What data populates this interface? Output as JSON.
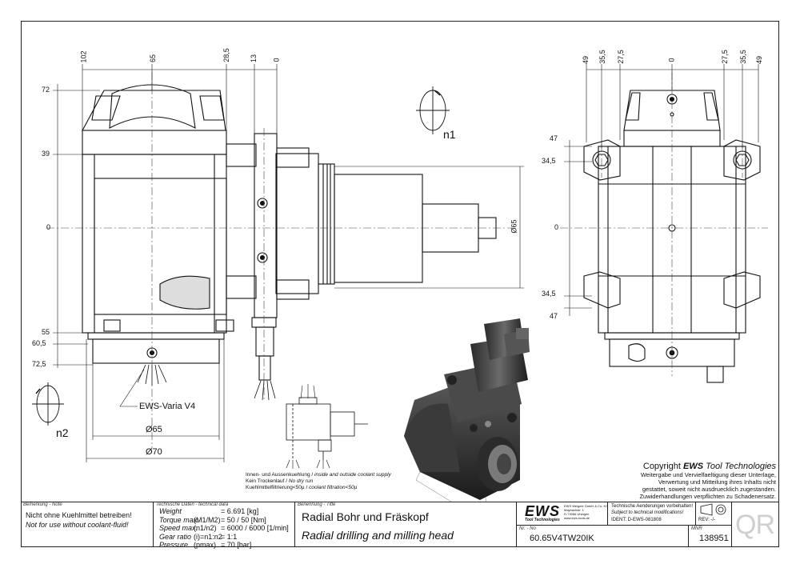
{
  "drawing": {
    "side_view": {
      "top_dims": [
        "102",
        "65",
        "28,5",
        "13",
        "0"
      ],
      "left_dims": [
        "72",
        "39",
        "0",
        "55",
        "60,5",
        "72,5"
      ],
      "diameter_right": "Ø65",
      "diameter_bottom_1": "Ø65",
      "diameter_bottom_2": "Ø70",
      "coupling_label": "EWS-Varia V4",
      "rot_label_n1": "n1",
      "rot_label_n2": "n2"
    },
    "front_view": {
      "top_dims": [
        "49",
        "35,5",
        "27,5",
        "0",
        "27,5",
        "35,5",
        "49"
      ],
      "left_dims": [
        "47",
        "34,5",
        "0",
        "34,5",
        "47"
      ]
    },
    "coolant_note": {
      "line1_de": "Innen- und Aussenkuehlung / ",
      "line1_en": "inside and outside coolant supply",
      "line2_de": "Kein Trockenlauf / ",
      "line2_en": "No dry run",
      "line3_de": "Kuehlmittelfiltrierung<50µ / ",
      "line3_en": "coolant filtration<50µ"
    },
    "copyright": {
      "head_prefix": "Copyright ",
      "head_brand": "EWS",
      "head_suffix": " Tool Technologies",
      "lines": [
        "Weitergabe und Vervielfaeltigung dieser Unterlage,",
        "Verwertung und Mitteilung ihres Inhalts nicht",
        "gestattet, soweit nicht ausdruecklich zugestanden.",
        "Zuwiderhandlungen verpflichten zu Schadenersatz."
      ]
    }
  },
  "title_block": {
    "remark": {
      "caption": "Bemerkung - Note",
      "line_de": "Nicht ohne Kuehlmittel betreiben!",
      "line_en": "Not for use without coolant-fluid!"
    },
    "technical": {
      "caption": "Technische Daten - technical data",
      "rows": [
        {
          "label": "Weight",
          "sym": "",
          "eq": "= 6.691 [kg]"
        },
        {
          "label": "Torque max.",
          "sym": "(M1/M2)",
          "eq": "= 50 / 50 [Nm]"
        },
        {
          "label": "Speed max.",
          "sym": "(n1/n2)",
          "eq": "= 6000 / 6000 [1/min]"
        },
        {
          "label": "Gear ratio",
          "sym": "(i)=n1:n2",
          "eq": "= 1:1"
        },
        {
          "label": "Pressure",
          "sym": "(pmax)",
          "eq": "= 70 [bar]"
        }
      ]
    },
    "title": {
      "caption": "Benennung - Title",
      "de": "Radial Bohr und Fräskopf",
      "en": "Radial drilling and milling head"
    },
    "company": {
      "logo": "EWS",
      "logo_sub": "Tool Technologies",
      "name": "EWS Weigele GmbH & Co. KG",
      "street": "Maybachstr. 1",
      "city": "D-73066 Uhingen",
      "web": "www.ews-tools.de"
    },
    "changes": {
      "line1": "Technische Aenderungen vorbehalten!",
      "line2": "Subject to technical modifications!"
    },
    "ident": "IDENT:  D-EWS-081808",
    "rev": "REV:  -/-",
    "part_caption": "Nr. - No",
    "part_number": "60.65V4TW20IK",
    "mnr_caption": "MNR",
    "mnr": "138951",
    "qr": "QR"
  }
}
